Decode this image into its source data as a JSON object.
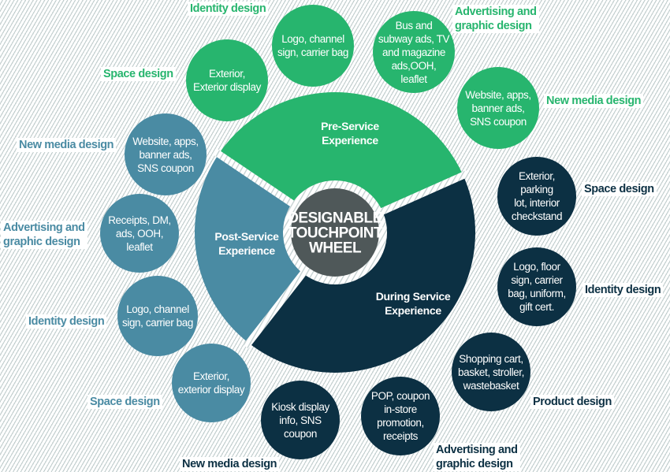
{
  "title": "DESIGNABLE TOUCHPOINT WHEEL",
  "center_lines": [
    "DESIGNABLE",
    "TOUCHPOINT",
    "WHEEL"
  ],
  "colors": {
    "pre_service": "#27b56e",
    "post_service": "#4a8ba3",
    "during_service": "#0c3043",
    "center": "#4f5859"
  },
  "segments": {
    "pre": {
      "label": "Pre-Service\nExperience"
    },
    "post": {
      "label": "Post-Service\nExperience"
    },
    "during": {
      "label": "During Service\nExperience"
    }
  },
  "touchpoints": {
    "pre": [
      {
        "category": "Identity design",
        "items": "Logo, channel\nsign, carrier bag"
      },
      {
        "category": "Space design",
        "items": "Exterior,\nExterior display"
      },
      {
        "category": "Advertising and\ngraphic design",
        "items": "Bus and\nsubway ads, TV\nand magazine\nads,OOH,\nleaflet"
      },
      {
        "category": "New media design",
        "items": "Website, apps,\nbanner ads,\nSNS coupon"
      }
    ],
    "post": [
      {
        "category": "New media design",
        "items": "Website, apps,\nbanner ads,\nSNS coupon"
      },
      {
        "category": "Advertising and\ngraphic design",
        "items": "Receipts, DM,\nads, OOH,\nleaflet"
      },
      {
        "category": "Identity design",
        "items": "Logo, channel\nsign, carrier bag"
      },
      {
        "category": "Space design",
        "items": "Exterior,\nexterior display"
      }
    ],
    "during": [
      {
        "category": "Space design",
        "items": "Exterior,\nparking\nlot, interior\ncheckstand"
      },
      {
        "category": "Identity design",
        "items": "Logo, floor\nsign, carrier\nbag, uniform,\ngift cert."
      },
      {
        "category": "Product design",
        "items": "Shopping cart,\nbasket, stroller,\nwastebasket"
      },
      {
        "category": "Advertising and\ngraphic design",
        "items": "POP, coupon\nin-store\npromotion,\nreceipts"
      },
      {
        "category": "New media design",
        "items": "Kiosk display\ninfo, SNS\ncoupon"
      }
    ]
  }
}
